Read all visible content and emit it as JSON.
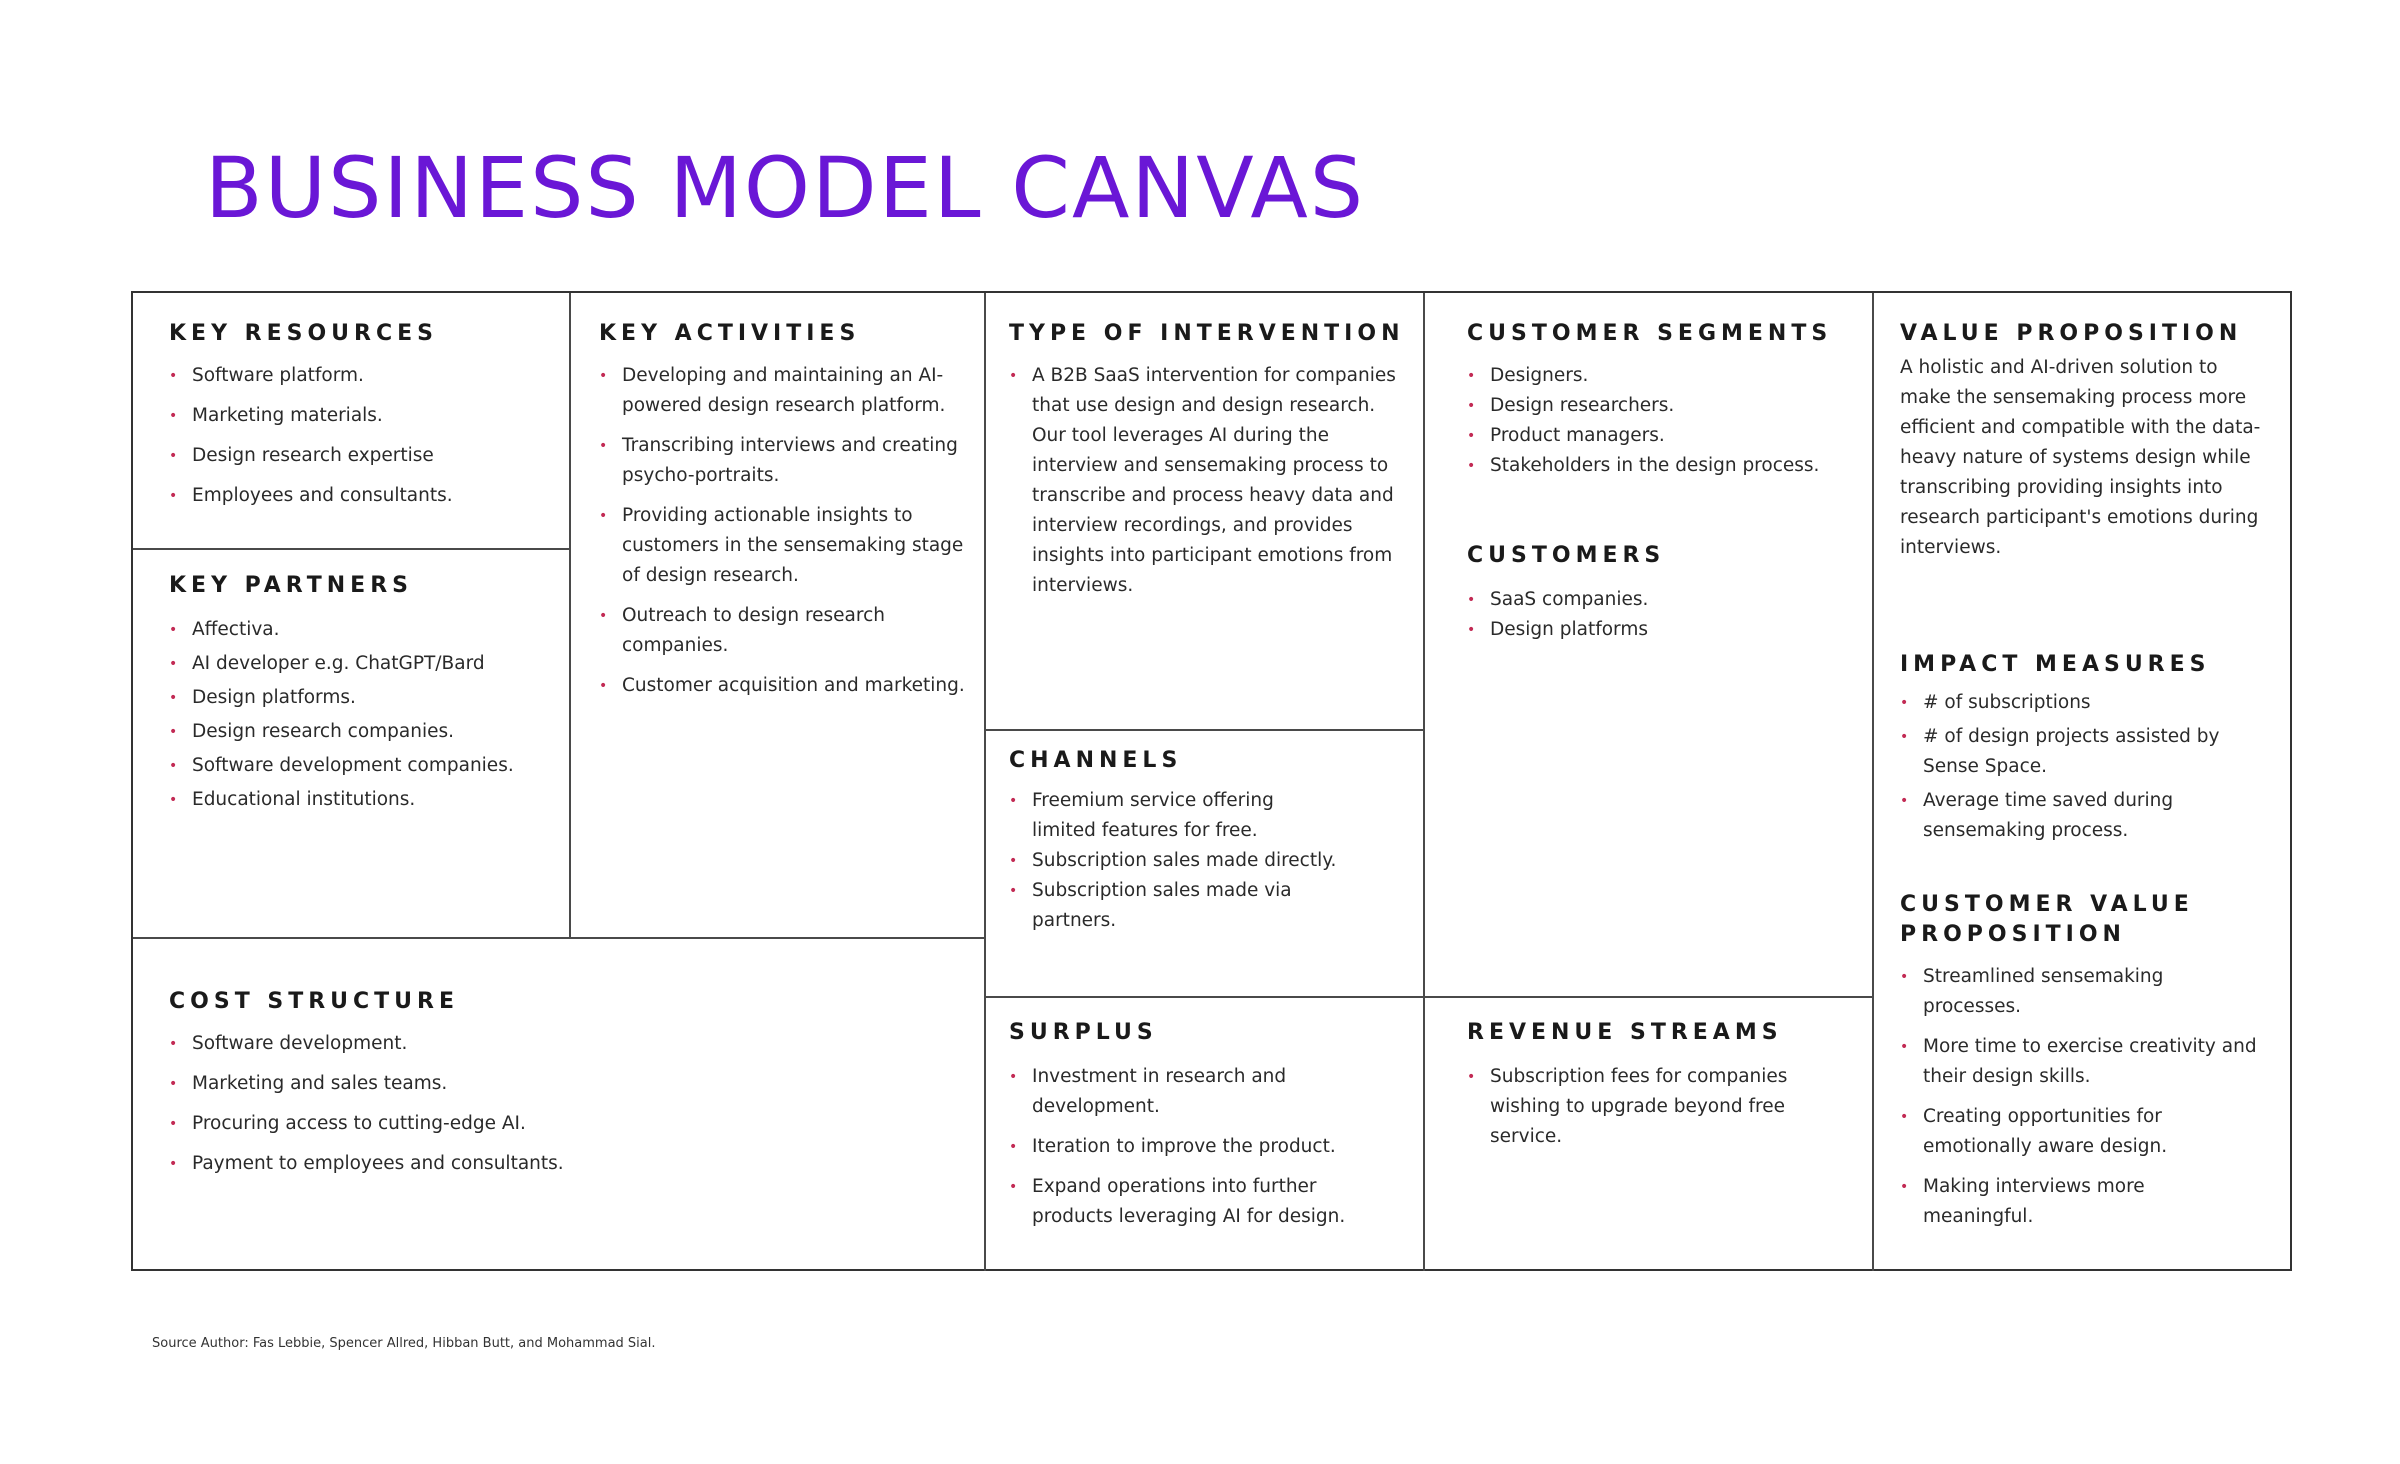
{
  "title": "BUSINESS MODEL CANVAS",
  "source": "Source Author: Fas Lebbie, Spencer Allred, Hibban Butt, and Mohammad Sial.",
  "key_resources": {
    "heading": "KEY RESOURCES",
    "items": [
      "Software platform.",
      "Marketing materials.",
      "Design research expertise",
      "Employees and consultants."
    ]
  },
  "key_partners": {
    "heading": "KEY PARTNERS",
    "items": [
      "Affectiva.",
      "AI developer e.g. ChatGPT/Bard",
      "Design platforms.",
      "Design research companies.",
      "Software development companies.",
      "Educational institutions."
    ]
  },
  "key_activities": {
    "heading": "KEY ACTIVITIES",
    "items": [
      "Developing and maintaining an AI-powered design research platform.",
      "Transcribing interviews and creating psycho-portraits.",
      "Providing actionable insights to customers in the sensemaking stage of design research.",
      "Outreach to design research companies.",
      "Customer acquisition and marketing."
    ]
  },
  "type_of_intervention": {
    "heading": "TYPE OF INTERVENTION",
    "items": [
      "A B2B SaaS intervention for companies that use design and design research. Our tool leverages AI during the interview and sensemaking process to transcribe and process heavy data and interview recordings, and provides insights into participant emotions from interviews."
    ]
  },
  "channels": {
    "heading": "CHANNELS",
    "items": [
      "Freemium service offering limited features for free.",
      "Subscription sales made directly.",
      "Subscription sales made via partners."
    ]
  },
  "surplus": {
    "heading": "SURPLUS",
    "items": [
      "Investment in research and development.",
      "Iteration to improve the product.",
      "Expand operations into further products leveraging AI for design."
    ]
  },
  "customer_segments": {
    "heading": "CUSTOMER SEGMENTS",
    "items": [
      "Designers.",
      "Design researchers.",
      "Product managers.",
      "Stakeholders in the design process."
    ]
  },
  "customers": {
    "heading": "CUSTOMERS",
    "items": [
      "SaaS companies.",
      "Design platforms"
    ]
  },
  "revenue_streams": {
    "heading": "REVENUE STREAMS",
    "items": [
      "Subscription fees for companies wishing to upgrade beyond free service."
    ]
  },
  "value_proposition": {
    "heading": "VALUE PROPOSITION",
    "text": "A holistic and AI-driven solution to make the sensemaking process more efficient and compatible with the data-heavy nature of systems design while transcribing providing insights into research participant's emotions during interviews."
  },
  "impact_measures": {
    "heading": "IMPACT MEASURES",
    "items": [
      "# of subscriptions",
      "# of design projects assisted by Sense Space.",
      "Average time saved during sensemaking process."
    ]
  },
  "customer_value_proposition": {
    "heading": "CUSTOMER VALUE PROPOSITION",
    "items": [
      "Streamlined sensemaking processes.",
      "More time to exercise creativity and their design skills.",
      "Creating opportunities for emotionally aware design.",
      "Making interviews more meaningful."
    ]
  },
  "cost_structure": {
    "heading": "COST STRUCTURE",
    "items": [
      "Software development.",
      "Marketing and sales teams.",
      "Procuring access to cutting-edge AI.",
      "Payment to employees and consultants."
    ]
  },
  "colors": {
    "title": "#6a17d6",
    "bullet": "#c22a54"
  },
  "icons": {
    "bullet": "bullet-dot-icon"
  }
}
